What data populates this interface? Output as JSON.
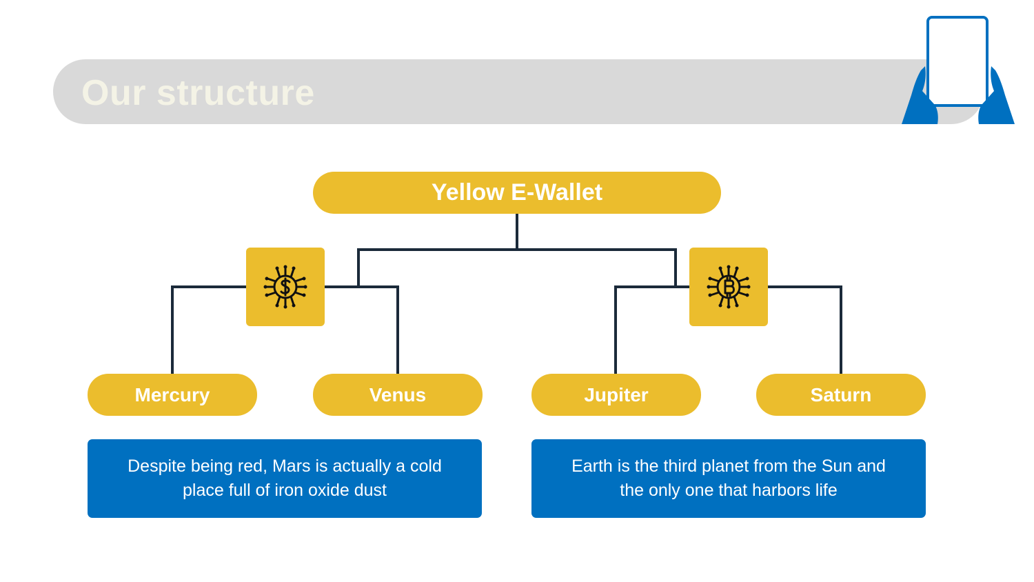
{
  "title": "Our structure",
  "root": {
    "label": "Yellow E-Wallet"
  },
  "groups": [
    {
      "icon": "circuit-dollar-icon",
      "leaves": [
        "Mercury",
        "Venus"
      ],
      "description": "Despite being red, Mars is actually a cold place full of iron oxide dust"
    },
    {
      "icon": "circuit-bitcoin-icon",
      "leaves": [
        "Jupiter",
        "Saturn"
      ],
      "description": "Earth is the third planet from the Sun and the only one that harbors life"
    }
  ],
  "decor": {
    "icon": "tablet-in-hands-icon"
  },
  "colors": {
    "accent_yellow": "#ebbd2d",
    "accent_blue": "#0070c0",
    "connector": "#1b2a3a",
    "title_bar": "#d9d9d9"
  }
}
